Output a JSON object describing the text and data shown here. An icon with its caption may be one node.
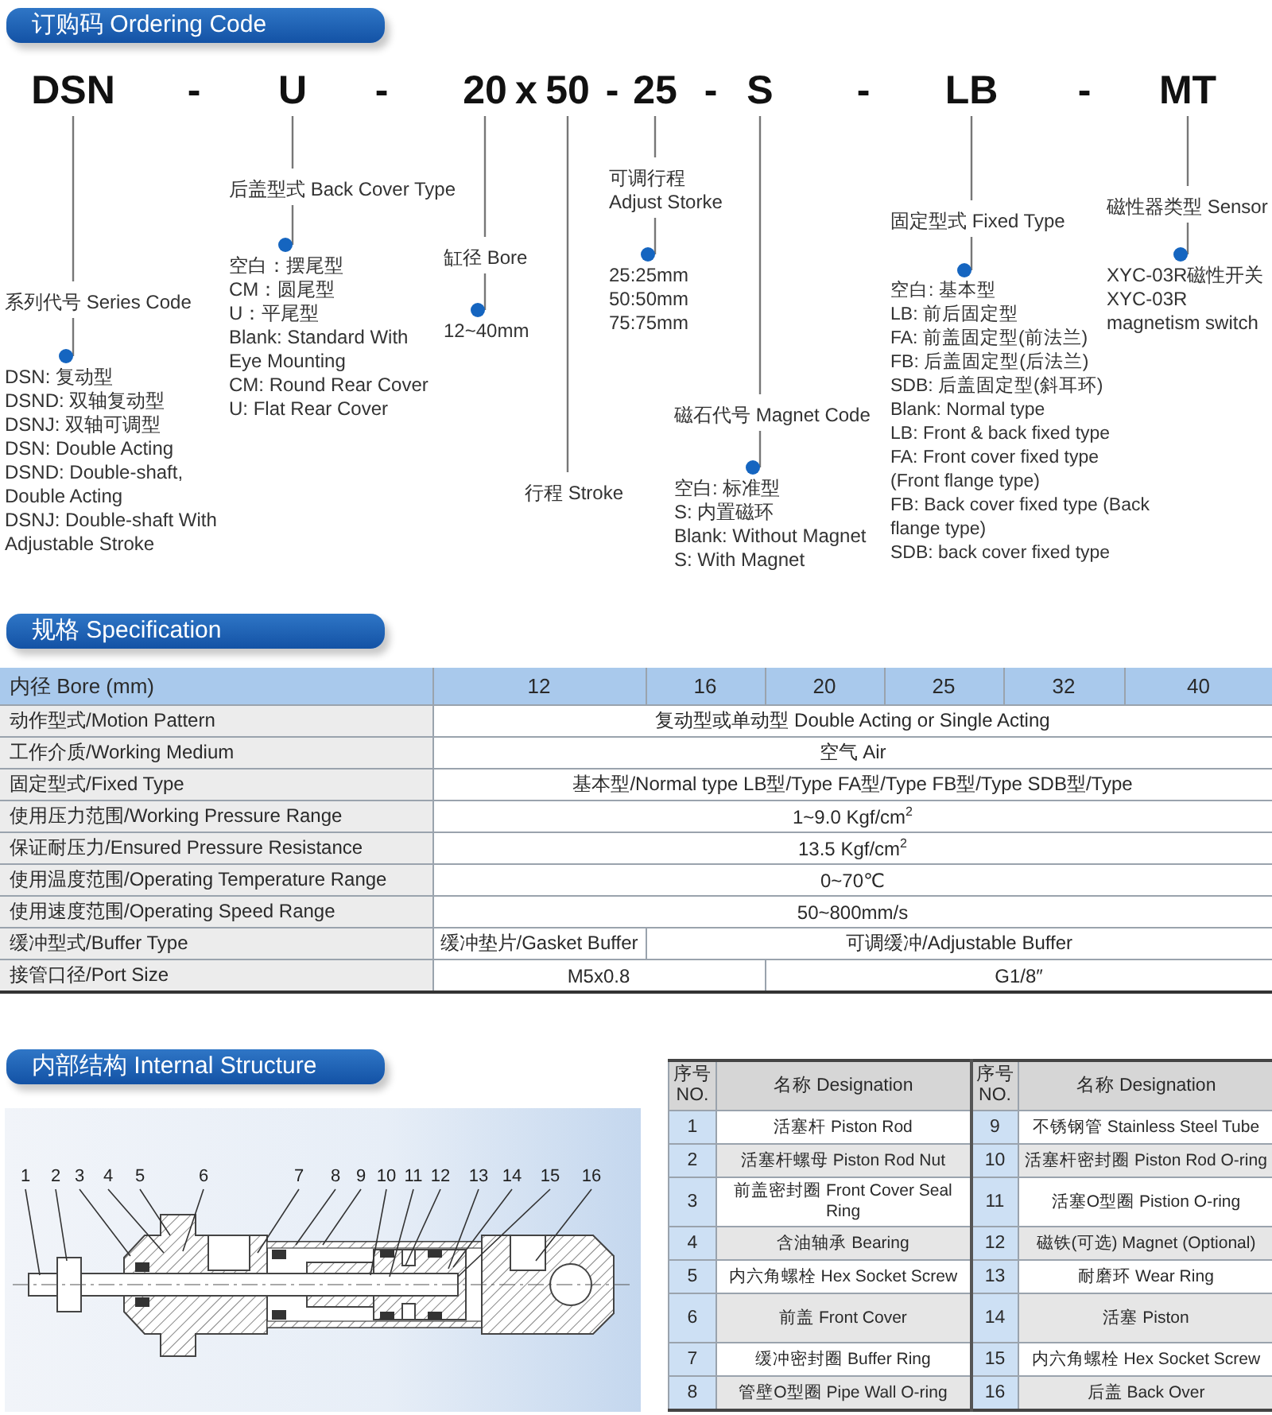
{
  "diagram": {
    "nodes": [
      {
        "text": [
          "DSN"
        ]
      },
      {
        "text": [
          "U"
        ]
      },
      {
        "text": [
          "20"
        ]
      },
      {
        "text": [
          "50"
        ]
      },
      {
        "text": [
          "25"
        ]
      },
      {
        "text": [
          "S"
        ]
      },
      {
        "text": [
          "LB"
        ]
      },
      {
        "text": [
          "MT"
        ]
      },
      {
        "text": [
          "系列代号 Series Code"
        ]
      },
      {
        "text": [
          "DSN: 复动型",
          "DSND: 双轴复动型",
          "DSNJ: 双轴可调型",
          "DSN: Double Acting",
          "DSND: Double-shaft, Double Acting",
          "DSNJ: Double-shaft With Adjustable Stroke"
        ]
      },
      {
        "text": [
          "后盖型式 Back Cover Type"
        ]
      },
      {
        "text": [
          "空白：摆尾型",
          "CM：圆尾型",
          "U：平尾型",
          "Blank: Standard With Eye Mounting",
          "CM: Round Rear Cover",
          "U: Flat Rear Cover"
        ]
      },
      {
        "text": [
          "缸径 Bore"
        ]
      },
      {
        "text": [
          "12~40mm"
        ]
      },
      {
        "text": [
          "行程 Stroke"
        ]
      },
      {
        "text": [
          "可调行程 Adjust Storke"
        ]
      },
      {
        "text": [
          "25:25mm",
          "50:50mm",
          "75:75mm"
        ]
      },
      {
        "text": [
          "磁石代号 Magnet Code"
        ]
      },
      {
        "text": [
          "空白: 标准型",
          "S: 内置磁环",
          "Blank: Without Magnet",
          "S: With Magnet"
        ]
      },
      {
        "text": [
          "固定型式 Fixed Type"
        ]
      },
      {
        "text": [
          "空白: 基本型",
          "LB: 前后固定型",
          "FA: 前盖固定型(前法兰)",
          "FB: 后盖固定型(后法兰)",
          "SDB: 后盖固定型(斜耳环)",
          "Blank: Normal type",
          "LB: Front & back fixed type",
          "FA: Front cover fixed type (Front flange type)",
          "FB: Back cover fixed type (Back flange type)",
          "SDB: back cover fixed type"
        ]
      },
      {
        "text": [
          "磁性器类型 Sensor"
        ]
      },
      {
        "text": [
          "XYC-03R磁性开关",
          "XYC-03R magnetism switch"
        ]
      },
      {
        "text": [
          "1"
        ]
      },
      {
        "text": [
          "2"
        ]
      },
      {
        "text": [
          "3"
        ]
      },
      {
        "text": [
          "4"
        ]
      },
      {
        "text": [
          "5"
        ]
      },
      {
        "text": [
          "6"
        ]
      },
      {
        "text": [
          "7"
        ]
      },
      {
        "text": [
          "8"
        ]
      },
      {
        "text": [
          "9"
        ]
      },
      {
        "text": [
          "10"
        ]
      },
      {
        "text": [
          "11"
        ]
      },
      {
        "text": [
          "12"
        ]
      },
      {
        "text": [
          "13"
        ]
      },
      {
        "text": [
          "14"
        ]
      },
      {
        "text": [
          "15"
        ]
      },
      {
        "text": [
          "16"
        ]
      }
    ],
    "edges": [
      {
        "from": 0,
        "to": 8,
        "arrow": "none"
      },
      {
        "from": 8,
        "to": 9,
        "arrow": "other"
      },
      {
        "from": 1,
        "to": 10,
        "arrow": "none"
      },
      {
        "from": 10,
        "to": 11,
        "arrow": "other"
      },
      {
        "from": 2,
        "to": 12,
        "arrow": "none"
      },
      {
        "from": 12,
        "to": 13,
        "arrow": "other"
      },
      {
        "from": 3,
        "to": 14,
        "arrow": "none"
      },
      {
        "from": 4,
        "to": 15,
        "arrow": "none"
      },
      {
        "from": 15,
        "to": 16,
        "arrow": "other"
      },
      {
        "from": 5,
        "to": 17,
        "arrow": "none"
      },
      {
        "from": 17,
        "to": 18,
        "arrow": "other"
      },
      {
        "from": 6,
        "to": 19,
        "arrow": "none"
      },
      {
        "from": 19,
        "to": 20,
        "arrow": "other"
      },
      {
        "from": 7,
        "to": 21,
        "arrow": "none"
      },
      {
        "from": 21,
        "to": 22,
        "arrow": "other"
      },
      {
        "from": 23,
        "to": null,
        "arrow": "none"
      },
      {
        "from": 24,
        "to": null,
        "arrow": "none"
      },
      {
        "from": 25,
        "to": null,
        "arrow": "none"
      },
      {
        "from": 26,
        "to": null,
        "arrow": "none"
      },
      {
        "from": 27,
        "to": null,
        "arrow": "none"
      },
      {
        "from": 28,
        "to": null,
        "arrow": "none"
      },
      {
        "from": 29,
        "to": null,
        "arrow": "none"
      },
      {
        "from": 30,
        "to": null,
        "arrow": "none"
      },
      {
        "from": 31,
        "to": null,
        "arrow": "none"
      },
      {
        "from": 32,
        "to": null,
        "arrow": "none"
      },
      {
        "from": 33,
        "to": null,
        "arrow": "none"
      },
      {
        "from": 34,
        "to": null,
        "arrow": "none"
      },
      {
        "from": 35,
        "to": null,
        "arrow": "none"
      },
      {
        "from": 36,
        "to": null,
        "arrow": "none"
      },
      {
        "from": 37,
        "to": null,
        "arrow": "none"
      },
      {
        "from": 38,
        "to": null,
        "arrow": "none"
      }
    ],
    "labels": [
      "订购码 Ordering Code",
      "-",
      "-",
      "x",
      "-",
      "-",
      "-",
      "-",
      "规格 Specification",
      "内径 Bore (mm)",
      "12",
      "16",
      "20",
      "25",
      "32",
      "40",
      "动作型式/Motion Pattern",
      "复动型或单动型 Double Acting or Single Acting",
      "工作介质/Working Medium",
      "空气 Air",
      "固定型式/Fixed Type",
      "基本型/Normal type LB型/Type FA型/Type FB型/Type SDB型/Type",
      "使用压力范围/Working Pressure Range",
      "1~9.0 Kgf/cm$^{2}$",
      "保证耐压力/Ensured Pressure Resistance",
      "13.5 Kgf/cm$^{2}$",
      "使用温度范围/Operating Temperature Range",
      "0~70℃",
      "使用速度范围/Operating Speed Range",
      "50~800mm/s",
      "缓冲型式/Buffer Type",
      "缓冲垫片/Gasket Buffer",
      "可调缓冲/Adjustable Buffer",
      "接管口径/Port Size",
      "M5x0.8",
      "G1/8″",
      "内部结构 Internal Structure",
      "序号 NO.",
      "名称 Designation",
      "序号 NO.",
      "名称 Designation",
      "1",
      "活塞杆 Piston Rod",
      "9",
      "不锈钢管 Stainless Steel Tube",
      "2",
      "活塞杆螺母 Piston Rod Nut",
      "10",
      "活塞杆密封圈 Piston Rod O-ring",
      "3",
      "前盖密封圈 Front Cover Seal Ring",
      "11",
      "活塞O型圈 Pistion O-ring",
      "4",
      "含油轴承 Bearing",
      "12",
      "磁铁(可选) Magnet (Optional)",
      "5",
      "内六角螺栓 Hex Socket Screw",
      "13",
      "耐磨环 Wear Ring",
      "6",
      "前盖 Front Cover",
      "14",
      "活塞 Piston",
      "7",
      "缓冲密封圈 Buffer Ring",
      "15",
      "内六角螺栓 Hex Socket Screw",
      "8",
      "管壁O型圈 Pipe Wall O-ring",
      "16",
      "后盖 Back Over"
    ]
  }
}
